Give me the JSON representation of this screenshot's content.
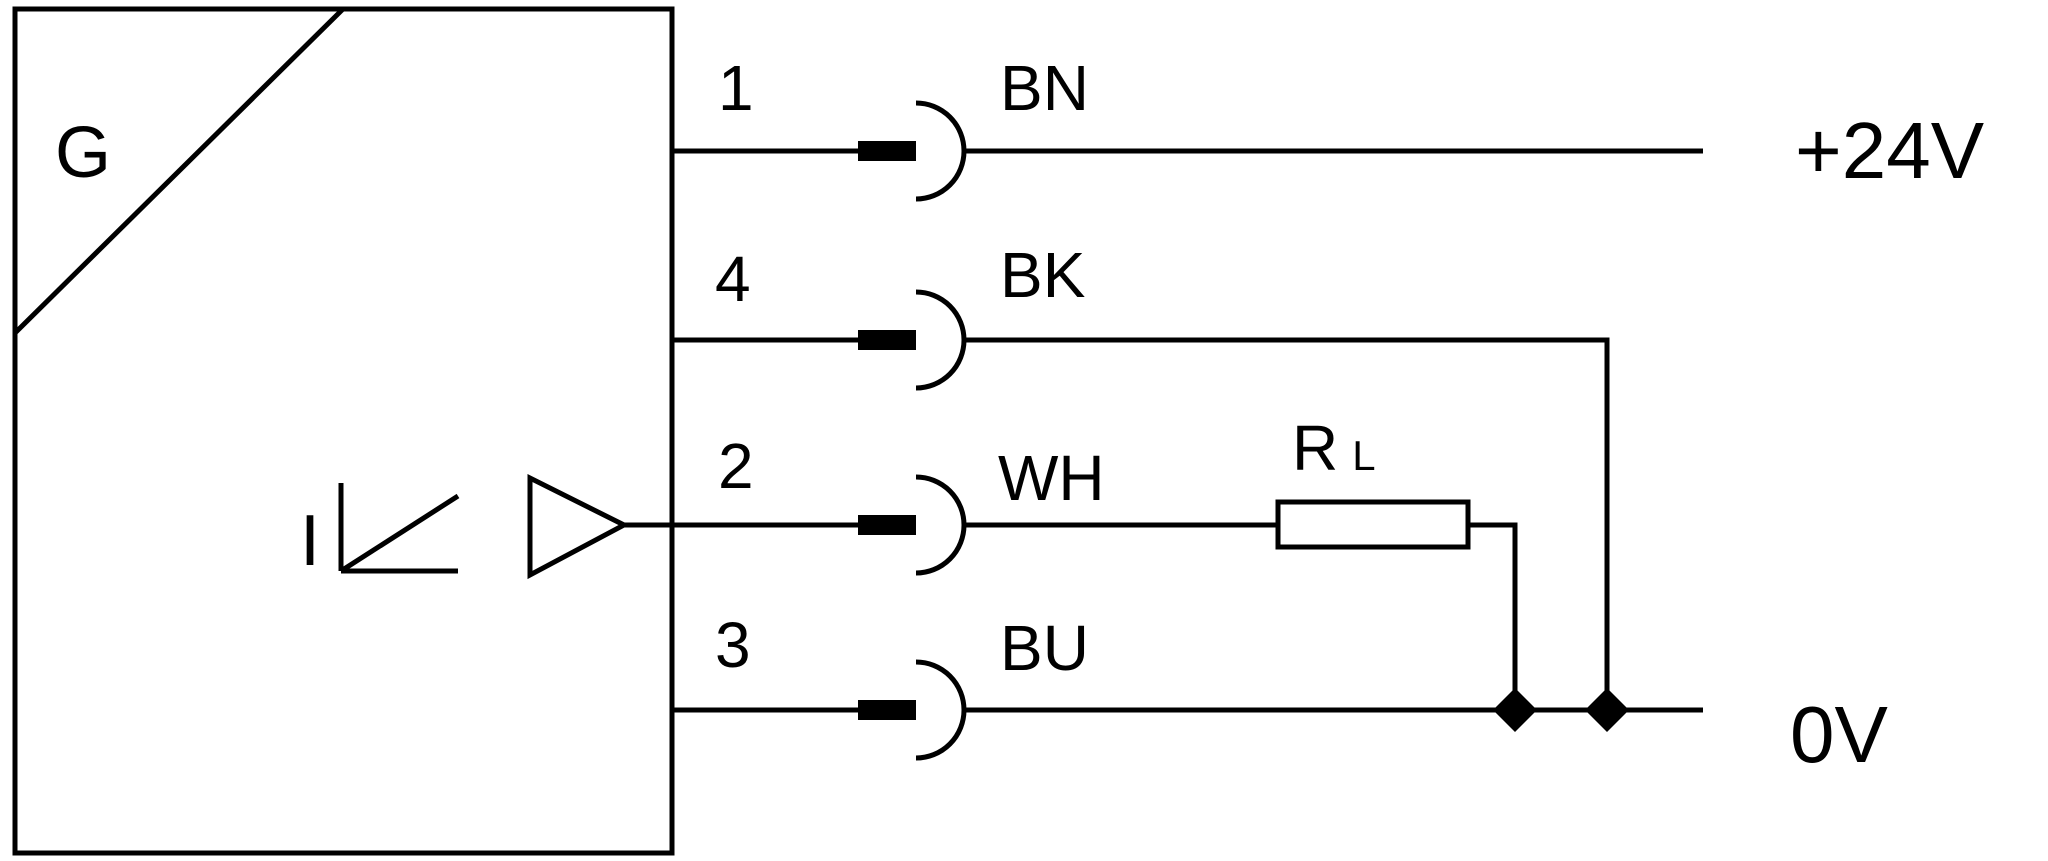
{
  "device": {
    "supply_symbol": "G",
    "output_symbol_letter": "I"
  },
  "wires": [
    {
      "pin": "1",
      "color_code": "BN"
    },
    {
      "pin": "4",
      "color_code": "BK"
    },
    {
      "pin": "2",
      "color_code": "WH"
    },
    {
      "pin": "3",
      "color_code": "BU"
    }
  ],
  "load_resistor": {
    "label_main": "R",
    "label_sub": "L"
  },
  "terminals": {
    "positive": "+24V",
    "ground": "0V"
  }
}
